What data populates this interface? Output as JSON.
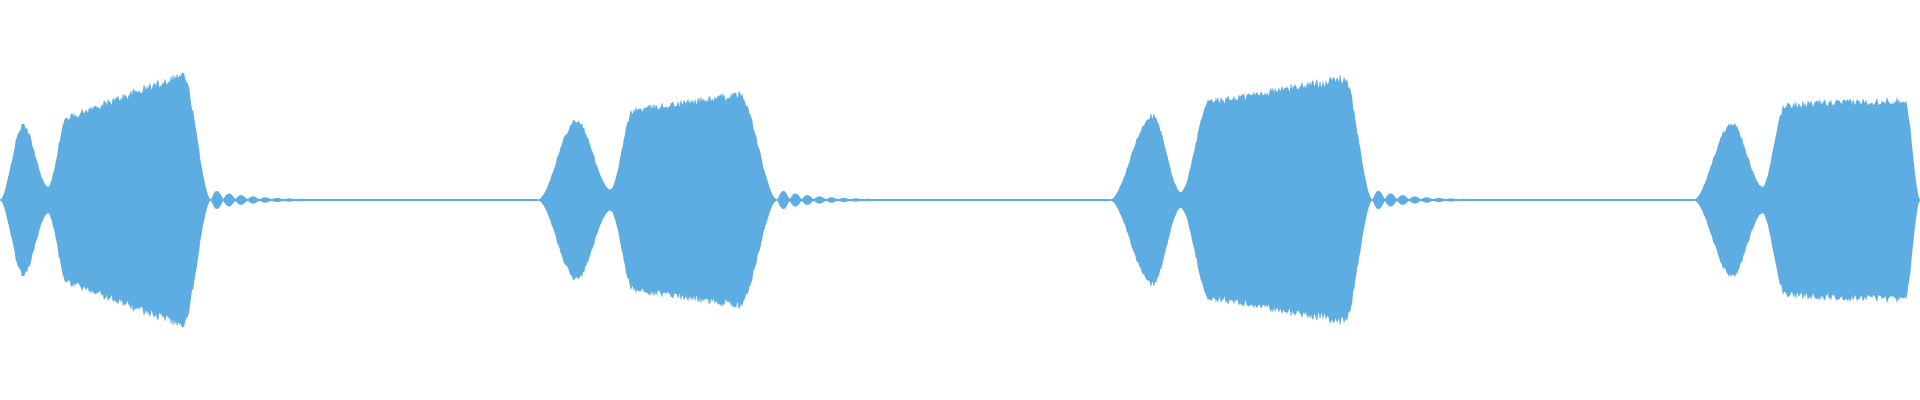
{
  "waveform": {
    "color": "#5dade2",
    "background": "#ffffff",
    "bursts": [
      {
        "start": 0.0,
        "peak1": 0.012,
        "dip": 0.025,
        "peak2_start": 0.035,
        "plateau_end": 0.095,
        "end": 0.11,
        "level1": 0.58,
        "dip_level": 0.1,
        "level2": 0.64,
        "level2_end": 0.98
      },
      {
        "start": 0.28,
        "peak1": 0.3,
        "dip": 0.318,
        "peak2_start": 0.33,
        "plateau_end": 0.385,
        "end": 0.405,
        "level1": 0.62,
        "dip_level": 0.08,
        "level2": 0.7,
        "level2_end": 0.82
      },
      {
        "start": 0.578,
        "peak1": 0.6,
        "dip": 0.615,
        "peak2_start": 0.63,
        "plateau_end": 0.7,
        "end": 0.715,
        "level1": 0.66,
        "dip_level": 0.06,
        "level2": 0.76,
        "level2_end": 0.95
      },
      {
        "start": 0.882,
        "peak1": 0.902,
        "dip": 0.918,
        "peak2_start": 0.93,
        "plateau_end": 0.992,
        "end": 1.0,
        "level1": 0.6,
        "dip_level": 0.1,
        "level2": 0.74,
        "level2_end": 0.78
      }
    ],
    "silence_level": 0.006
  }
}
